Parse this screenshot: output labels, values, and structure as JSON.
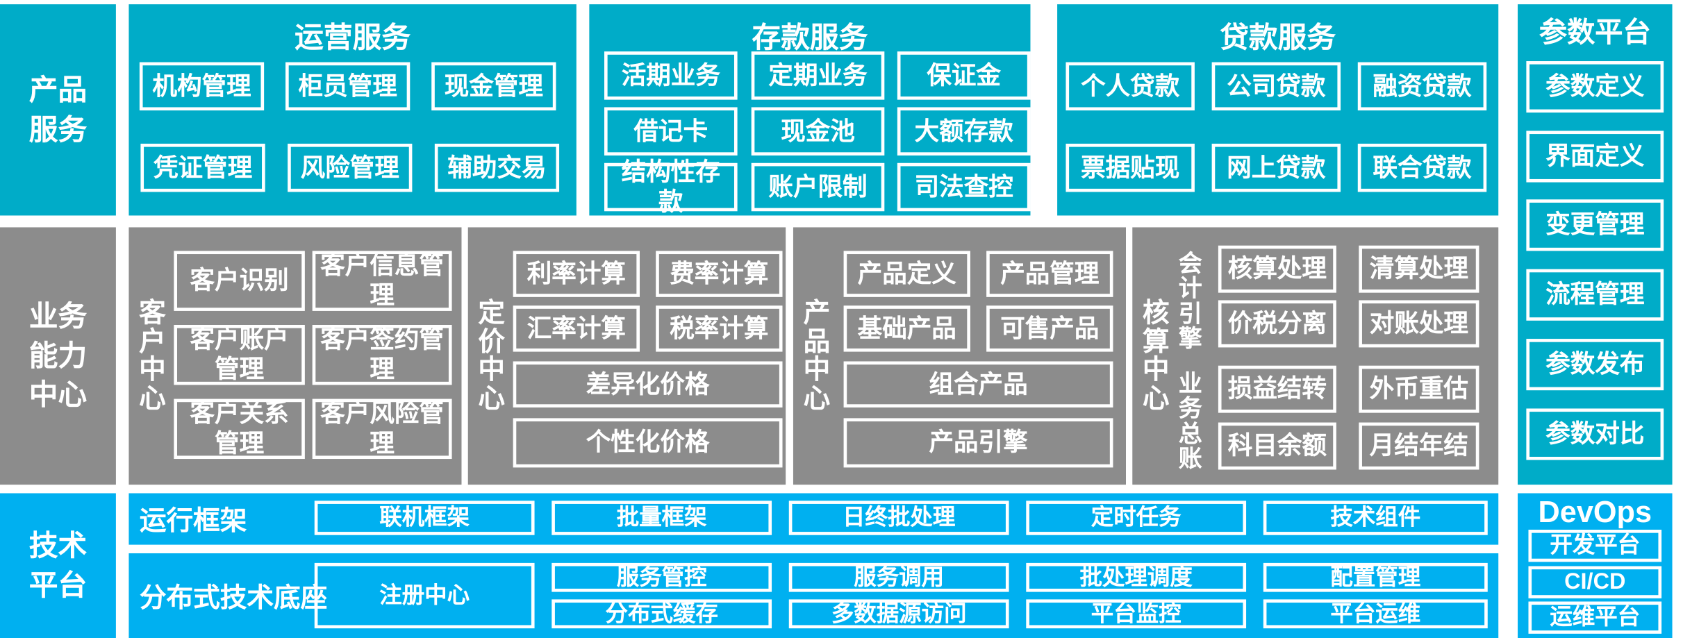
{
  "colors": {
    "teal": "#00ACC8",
    "gray": "#8C8C8C",
    "blue": "#00B0F0",
    "border": "#FFFFFF",
    "text": "#FFFFFF",
    "background": "#FFFFFF"
  },
  "rows": {
    "product_service": {
      "label": "产品\n服务"
    },
    "business_capability": {
      "label": "业务\n能力\n中心"
    },
    "tech_platform": {
      "label": "技术\n平台"
    }
  },
  "product_service_panels": [
    {
      "title": "运营服务",
      "tiles": [
        "机构管理",
        "柜员管理",
        "现金管理",
        "凭证管理",
        "风险管理",
        "辅助交易"
      ]
    },
    {
      "title": "存款服务",
      "tiles": [
        "活期业务",
        "定期业务",
        "保证金",
        "借记卡",
        "现金池",
        "大额存款",
        "结构性存款",
        "账户限制",
        "司法查控"
      ]
    },
    {
      "title": "贷款服务",
      "tiles": [
        "个人贷款",
        "公司贷款",
        "融资贷款",
        "票据贴现",
        "网上贷款",
        "联合贷款"
      ]
    }
  ],
  "parameter_platform": {
    "title": "参数平台",
    "tiles": [
      "参数定义",
      "界面定义",
      "变更管理",
      "流程管理",
      "参数发布",
      "参数对比"
    ]
  },
  "business_centers": [
    {
      "vlabel": "客户中心",
      "tiles": [
        "客户识别",
        "客户信息管理",
        "客户账户管理",
        "客户签约管理",
        "客户关系管理",
        "客户风险管理"
      ]
    },
    {
      "vlabel": "定价中心",
      "tiles": [
        "利率计算",
        "费率计算",
        "汇率计算",
        "税率计算"
      ],
      "wide_tiles": [
        "差异化价格",
        "个性化价格"
      ]
    },
    {
      "vlabel": "产品中心",
      "tiles": [
        "产品定义",
        "产品管理",
        "基础产品",
        "可售产品"
      ],
      "wide_tiles": [
        "组合产品",
        "产品引擎"
      ]
    },
    {
      "vlabel": "核算中心",
      "sub_groups": [
        {
          "vlabel": "会计引擎",
          "tiles": [
            "核算处理",
            "清算处理",
            "价税分离",
            "对账处理"
          ]
        },
        {
          "vlabel": "业务总账",
          "tiles": [
            "损益结转",
            "外币重估",
            "科目余额",
            "月结年结"
          ]
        }
      ]
    }
  ],
  "tech_platform_bands": [
    {
      "label": "运行框架",
      "tiles": [
        "联机框架",
        "批量框架",
        "日终批处理",
        "定时任务",
        "技术组件"
      ]
    },
    {
      "label": "分布式技术底座",
      "big_tile": "注册中心",
      "tile_rows": [
        [
          "服务管控",
          "服务调用",
          "批处理调度",
          "配置管理"
        ],
        [
          "分布式缓存",
          "多数据源访问",
          "平台监控",
          "平台运维"
        ]
      ]
    }
  ],
  "devops": {
    "title": "DevOps",
    "tiles": [
      "开发平台",
      "CI/CD",
      "运维平台"
    ]
  }
}
